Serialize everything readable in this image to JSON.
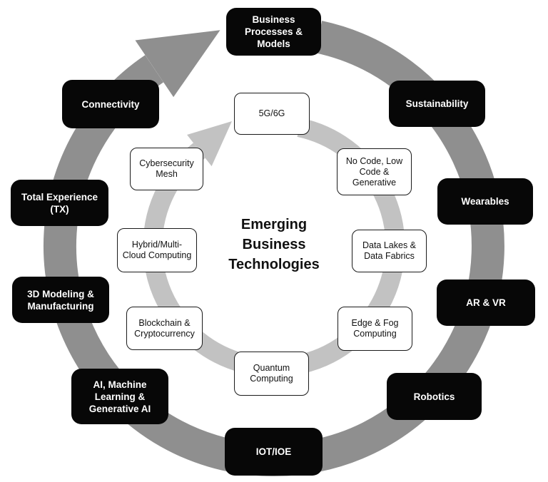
{
  "diagram": {
    "title": "Emerging Business Technologies",
    "outer_ring": {
      "arrow_color": "#8f8f8f",
      "node_bg": "#070707",
      "node_text_color": "#ffffff",
      "direction": "clockwise",
      "items": [
        {
          "label": "Business Processes & Models"
        },
        {
          "label": "Sustainability"
        },
        {
          "label": "Wearables"
        },
        {
          "label": "AR & VR"
        },
        {
          "label": "Robotics"
        },
        {
          "label": "IOT/IOE"
        },
        {
          "label": "AI, Machine Learning & Generative AI"
        },
        {
          "label": "3D Modeling & Manufacturing"
        },
        {
          "label": "Total Experience (TX)"
        },
        {
          "label": "Connectivity"
        }
      ]
    },
    "inner_ring": {
      "arrow_color": "#c2c2c2",
      "node_bg": "#ffffff",
      "node_border_color": "#1a1a1a",
      "node_text_color": "#111111",
      "direction": "clockwise",
      "items": [
        {
          "label": "5G/6G"
        },
        {
          "label": "No Code, Low Code & Generative"
        },
        {
          "label": "Data Lakes & Data Fabrics"
        },
        {
          "label": "Edge & Fog Computing"
        },
        {
          "label": "Quantum Computing"
        },
        {
          "label": "Blockchain & Cryptocurrency"
        },
        {
          "label": "Hybrid/Multi-Cloud Computing"
        },
        {
          "label": "Cybersecurity Mesh"
        }
      ]
    }
  }
}
